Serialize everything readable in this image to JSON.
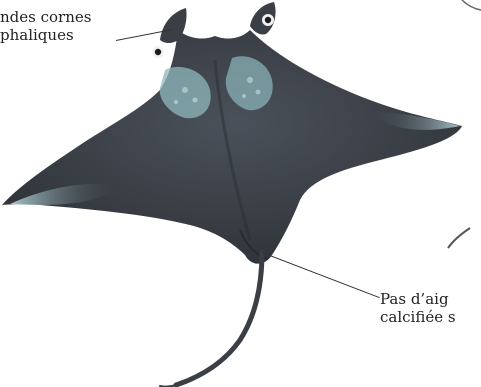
{
  "illustration": {
    "subject": "Manta ray",
    "colors": {
      "body_dark": "#32373e",
      "body_mid": "#454b53",
      "accent_blue": "#9dc8cd"
    }
  },
  "annotations": {
    "cephalic_horns": {
      "line1": "ndes cornes",
      "line2": "phaliques"
    },
    "no_spine": {
      "line1": "Pas d’aig",
      "line2": "calcifiée s"
    }
  }
}
